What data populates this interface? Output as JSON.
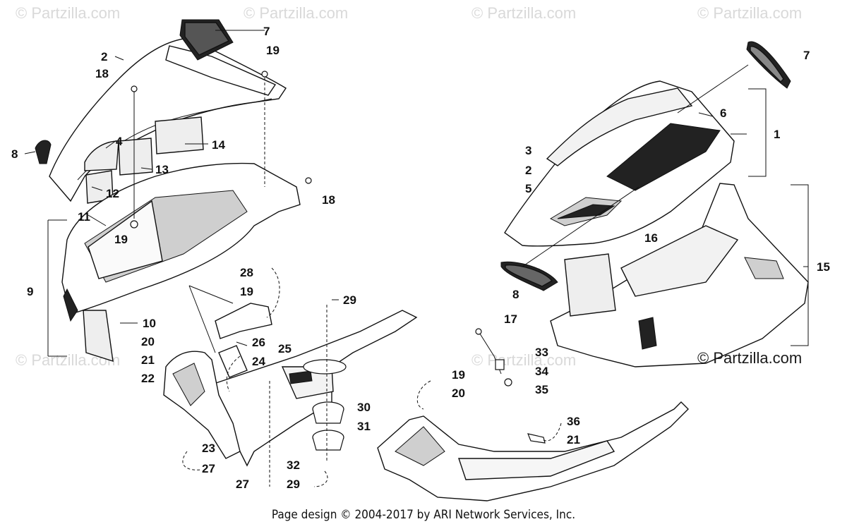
{
  "watermarks": [
    "© Partzilla.com",
    "© Partzilla.com",
    "© Partzilla.com",
    "© Partzilla.com",
    "© Partzilla.com",
    "© Partzilla.com"
  ],
  "copyright": "© Partzilla.com",
  "footer": "Page design © 2004-2017 by ARI Network Services, Inc.",
  "callouts": {
    "c1": "1",
    "c2a": "2",
    "c2b": "2",
    "c3": "3",
    "c4": "4",
    "c5": "5",
    "c6": "6",
    "c7a": "7",
    "c7b": "7",
    "c8a": "8",
    "c8b": "8",
    "c9": "9",
    "c10": "10",
    "c11": "11",
    "c12": "12",
    "c13": "13",
    "c14": "14",
    "c15": "15",
    "c16": "16",
    "c17": "17",
    "c18a": "18",
    "c18b": "18",
    "c19a": "19",
    "c19b": "19",
    "c19c": "19",
    "c19d": "19",
    "c20a": "20",
    "c20b": "20",
    "c21a": "21",
    "c21b": "21",
    "c22": "22",
    "c23": "23",
    "c24": "24",
    "c25": "25",
    "c26": "26",
    "c27a": "27",
    "c27b": "27",
    "c28": "28",
    "c29a": "29",
    "c29b": "29",
    "c30": "30",
    "c31": "31",
    "c32": "32",
    "c33": "33",
    "c34": "34",
    "c35": "35",
    "c36": "36"
  }
}
